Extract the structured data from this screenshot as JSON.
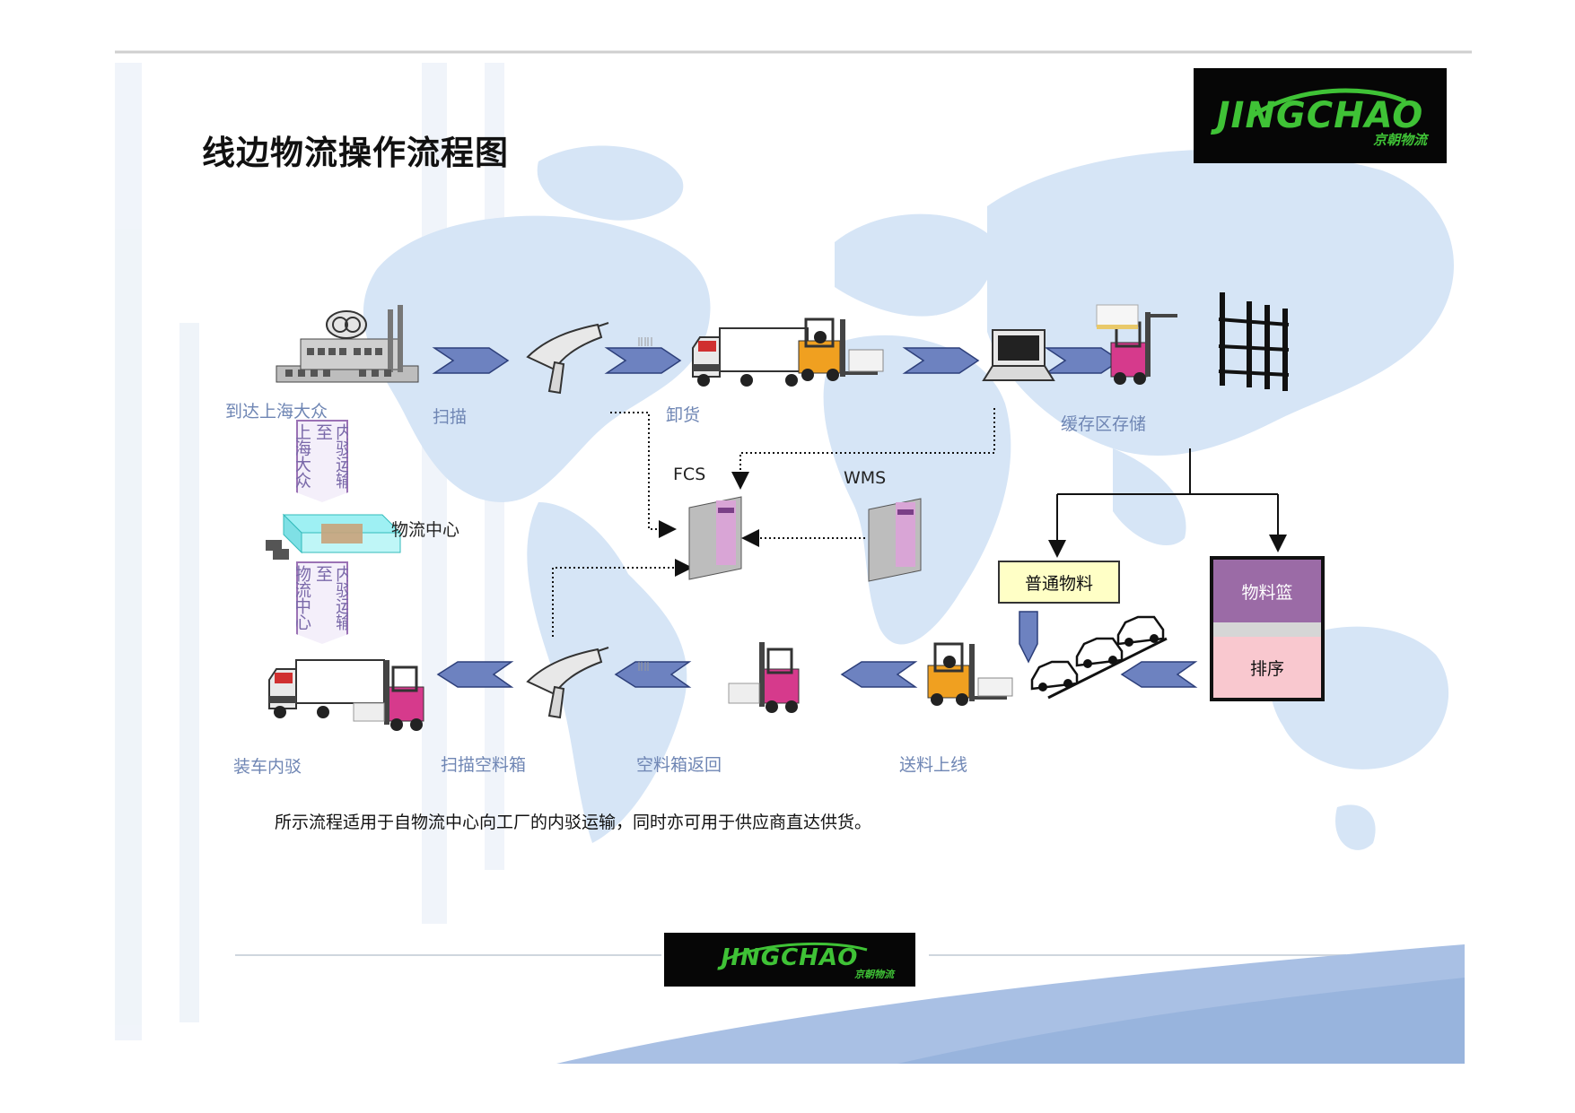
{
  "title": "线边物流操作流程图",
  "brand": {
    "logo_text": "JINGCHAO",
    "logo_subtext": "京朝物流",
    "colors": {
      "logo_bg": "#060606",
      "logo_green": "#3fc236"
    }
  },
  "steps": {
    "arrive": "到达上海大众",
    "scan": "扫描",
    "unload": "卸货",
    "buffer": "缓存区存储",
    "load": "装车内驳",
    "scan_empty": "扫描空料箱",
    "empty_return": "空料箱返回",
    "deliver": "送料上线"
  },
  "tags": {
    "to_svw": [
      "内驳运输至",
      "上海大众"
    ],
    "to_dc": [
      "内驳运输至",
      "物流中心"
    ]
  },
  "logistics_center": "物流中心",
  "systems": {
    "fcs": "FCS",
    "wms": "WMS"
  },
  "materials": {
    "normal": "普通物料",
    "basket": "物料篮",
    "sequence": "排序"
  },
  "note": "所示流程适用于自物流中心向工厂的内驳运输，同时亦可用于供应商直达供货。",
  "colors": {
    "step_label": "#6f86b4",
    "chevron": "#6d82c0",
    "tag_border": "#9b72b5",
    "basket_top": "#9b6ba6",
    "basket_bottom": "#f9c8cf",
    "material_box": "#ffffc6",
    "map": "#d4e3f5"
  },
  "icons": [
    "factory-icon",
    "barcode-scanner-icon",
    "truck-icon",
    "forklift-icon",
    "laptop-icon",
    "storage-rack-icon",
    "server-icon",
    "warehouse-icon",
    "car-icon"
  ]
}
